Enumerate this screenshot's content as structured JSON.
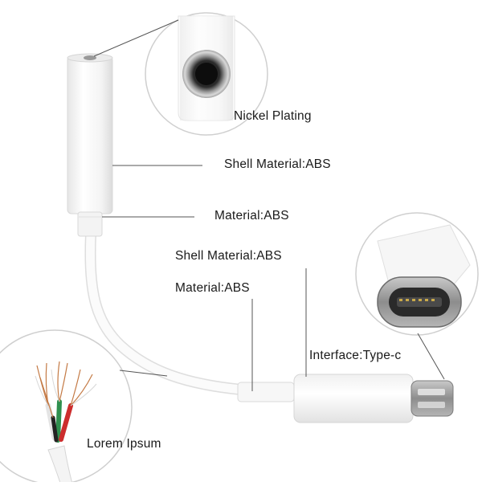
{
  "labels": {
    "nickel_plating": "Nickel Plating",
    "shell_material_top": "Shell Material:ABS",
    "material_top": "Material:ABS",
    "shell_material_mid": "Shell Material:ABS",
    "material_mid": "Material:ABS",
    "interface": "Interface:Type-c",
    "lorem": "Lorem Ipsum"
  },
  "colors": {
    "background": "#ffffff",
    "cable_white": "#f7f7f7",
    "outline": "#d9d9d9",
    "leader_line": "#555555",
    "metal": "#8a8a8a"
  },
  "icons": [
    "audio-jack-closeup",
    "usb-c-connector-closeup",
    "stripped-wires-closeup"
  ]
}
